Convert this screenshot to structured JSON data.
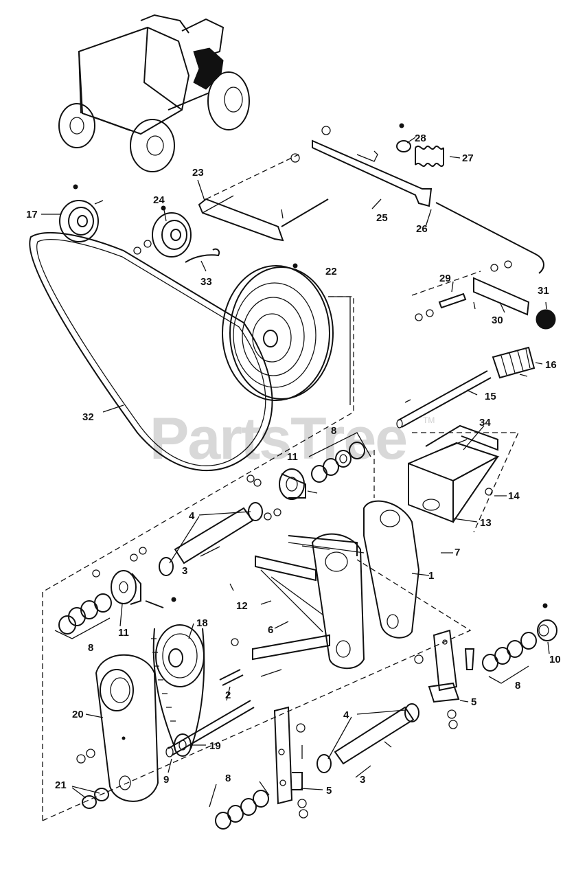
{
  "watermark": {
    "text": "PartsTree",
    "mark": "TM"
  },
  "callouts": [
    "1",
    "2",
    "3",
    "3",
    "4",
    "4",
    "5",
    "5",
    "6",
    "7",
    "8",
    "8",
    "8",
    "8",
    "9",
    "10",
    "11",
    "11",
    "12",
    "13",
    "14",
    "15",
    "16",
    "17",
    "18",
    "19",
    "20",
    "21",
    "22",
    "23",
    "24",
    "25",
    "26",
    "27",
    "28",
    "29",
    "30",
    "31",
    "32",
    "33",
    "34"
  ]
}
